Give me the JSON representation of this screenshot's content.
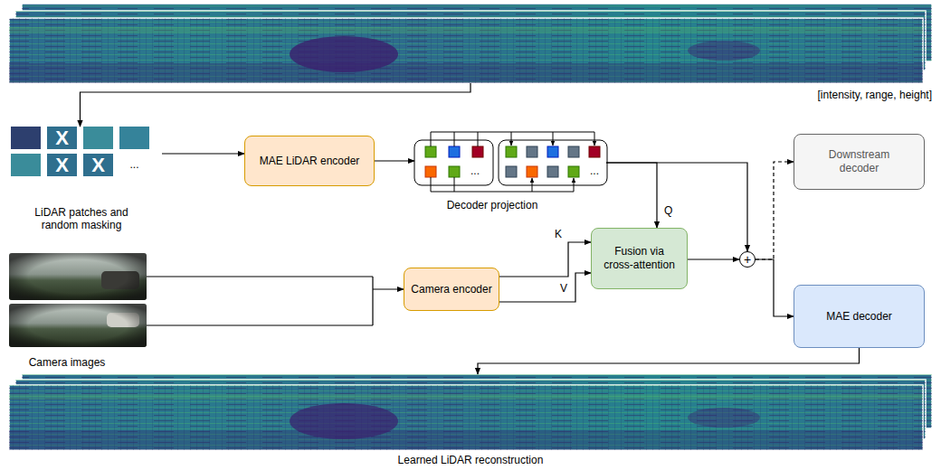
{
  "diagram": {
    "nodes": [
      {
        "text": [
          "[intensity, range, height]"
        ]
      },
      {
        "text": [
          "LiDAR patches and random masking"
        ]
      },
      {
        "text": [
          "MAE LiDAR encoder"
        ]
      },
      {
        "text": [
          "Decoder projection"
        ]
      },
      {
        "text": [
          "Downstream decoder"
        ]
      },
      {
        "text": [
          "Camera images"
        ]
      },
      {
        "text": [
          "Camera encoder"
        ]
      },
      {
        "text": [
          "Fusion via cross-attention"
        ]
      },
      {
        "text": [
          "+"
        ]
      },
      {
        "text": [
          "MAE decoder"
        ]
      },
      {
        "text": [
          "Learned LiDAR reconstruction"
        ]
      }
    ],
    "edges": [
      {
        "from": 0,
        "to": 1,
        "arrow": "to"
      },
      {
        "from": 1,
        "to": 2,
        "arrow": "to"
      },
      {
        "from": 2,
        "to": 3,
        "arrow": "to"
      },
      {
        "from": 3,
        "to": 7,
        "label": "Q",
        "arrow": "to"
      },
      {
        "from": 3,
        "to": 8,
        "arrow": "to"
      },
      {
        "from": 5,
        "to": 6,
        "arrow": "to"
      },
      {
        "from": 6,
        "to": 7,
        "label": "K",
        "arrow": "to"
      },
      {
        "from": 6,
        "to": 7,
        "label": "V",
        "arrow": "to"
      },
      {
        "from": 7,
        "to": 8,
        "arrow": "to"
      },
      {
        "from": 8,
        "to": 4,
        "arrow": "to"
      },
      {
        "from": 8,
        "to": 9,
        "arrow": "to"
      },
      {
        "from": 9,
        "to": 10,
        "arrow": "to"
      }
    ],
    "labels": [
      "X",
      "X",
      "X",
      "...",
      "...",
      "..."
    ]
  }
}
